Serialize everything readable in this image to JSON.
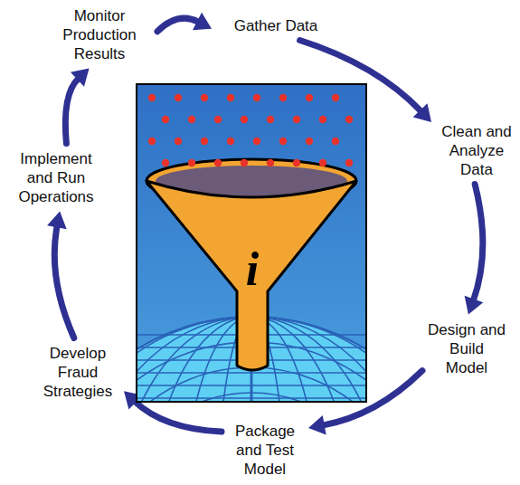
{
  "diagram": {
    "nodes": [
      {
        "text": [
          "Gather Data"
        ]
      },
      {
        "text": [
          "Clean and Analyze Data"
        ]
      },
      {
        "text": [
          "Design and Build Model"
        ]
      },
      {
        "text": [
          "Package and Test Model"
        ]
      },
      {
        "text": [
          "Develop Fraud Strategies"
        ]
      },
      {
        "text": [
          "Implement and Run Operations"
        ]
      },
      {
        "text": [
          "Monitor Production Results"
        ]
      }
    ],
    "edges": [
      {
        "from": 0,
        "to": 1,
        "arrow": "to"
      },
      {
        "from": 1,
        "to": 2,
        "arrow": "to"
      },
      {
        "from": 2,
        "to": 3,
        "arrow": "to"
      },
      {
        "from": 3,
        "to": 4,
        "arrow": "to"
      },
      {
        "from": 4,
        "to": 5,
        "arrow": "to"
      },
      {
        "from": 5,
        "to": 6,
        "arrow": "to"
      },
      {
        "from": 6,
        "to": 0,
        "arrow": "to"
      }
    ],
    "labels": [
      "i"
    ]
  }
}
